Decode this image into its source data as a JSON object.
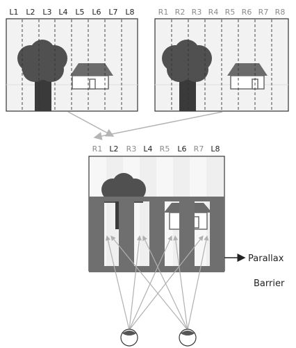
{
  "left_view": {
    "strip_labels": [
      "L1",
      "L2",
      "L3",
      "L4",
      "L5",
      "L6",
      "L7",
      "L8"
    ]
  },
  "right_view": {
    "strip_labels": [
      "R1",
      "R2",
      "R3",
      "R4",
      "R5",
      "R6",
      "R7",
      "R8"
    ]
  },
  "interleaved": {
    "strip_labels": [
      "R1",
      "L2",
      "R3",
      "L4",
      "R5",
      "L6",
      "R7",
      "L8"
    ],
    "strip_label_colors": [
      "#8a8a8a",
      "#222222",
      "#8a8a8a",
      "#222222",
      "#8a8a8a",
      "#222222",
      "#8a8a8a",
      "#222222"
    ]
  },
  "barrier": {
    "label_line1": "Parallax",
    "label_line2": "Barrier"
  },
  "colors": {
    "tree_foliage": "#505050",
    "tree_trunk": "#3a3a3a",
    "house": "#6b6b6b",
    "barrier": "#6f6f6f",
    "ray_light": "#b5b5b5",
    "ray_dark": "#555555"
  }
}
